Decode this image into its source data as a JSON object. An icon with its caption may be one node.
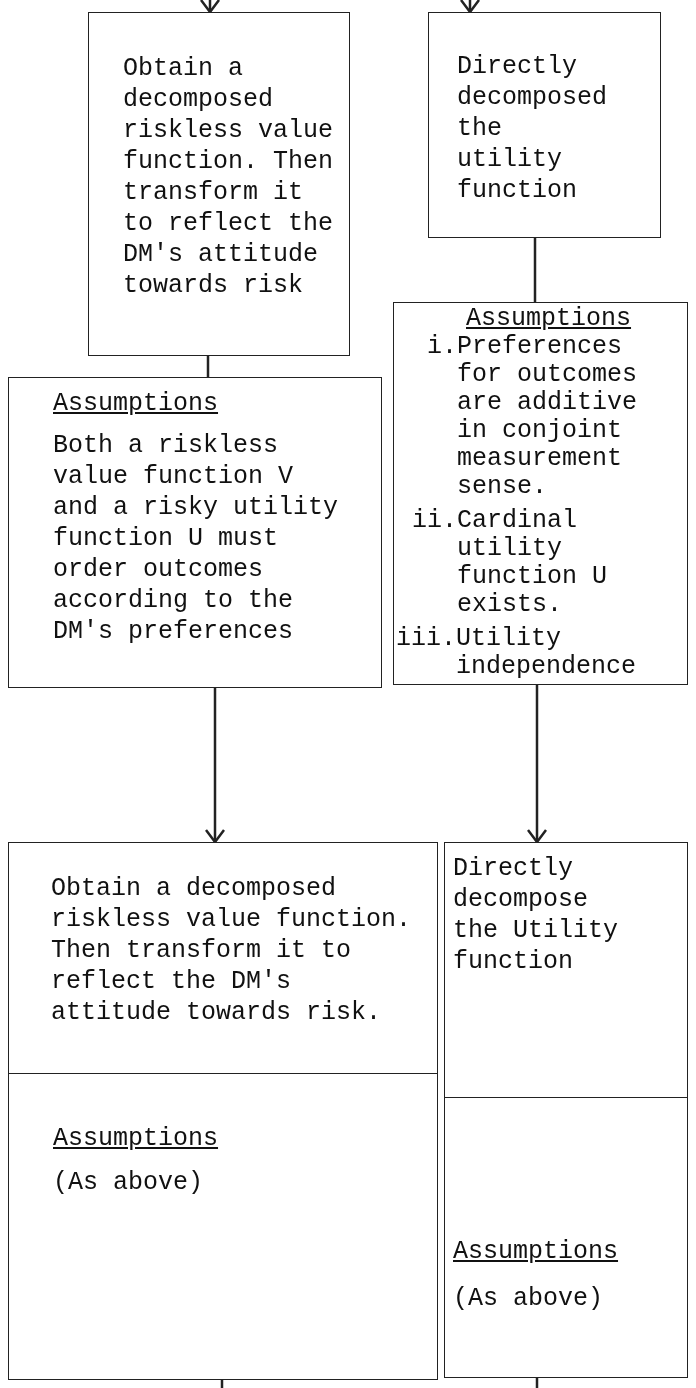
{
  "diagram": {
    "nodes": [
      {
        "text": [
          "Obtain a decomposed riskless value function. Then transform it to reflect the DM's attitude towards risk"
        ]
      },
      {
        "text": [
          "Directly decomposed the utility function"
        ]
      },
      {
        "text": [
          "Assumptions",
          "Both a riskless value function V and a risky utility function U must order outcomes according to the DM's preferences"
        ]
      },
      {
        "text": [
          "Assumptions",
          "i.Preferences for outcomes are additive in conjoint measurement sense.",
          "ii.Cardinal utility function U exists.",
          "iii.Utility independence"
        ]
      },
      {
        "text": [
          "Obtain a decomposed riskless value function. Then transform it to reflect the DM's attitude towards risk.",
          "Assumptions",
          "(As above)"
        ]
      },
      {
        "text": [
          "Directly decompose the Utility function",
          "Assumptions",
          "(As above)"
        ]
      }
    ],
    "edges": [
      {
        "from": null,
        "to": 0,
        "arrow": "to"
      },
      {
        "from": null,
        "to": 1,
        "arrow": "to"
      },
      {
        "from": 0,
        "to": 2,
        "arrow": "none"
      },
      {
        "from": 1,
        "to": 3,
        "arrow": "none"
      },
      {
        "from": 2,
        "to": 4,
        "arrow": "to"
      },
      {
        "from": 3,
        "to": 5,
        "arrow": "to"
      },
      {
        "from": 4,
        "to": null,
        "arrow": "none"
      },
      {
        "from": 5,
        "to": null,
        "arrow": "none"
      }
    ]
  }
}
